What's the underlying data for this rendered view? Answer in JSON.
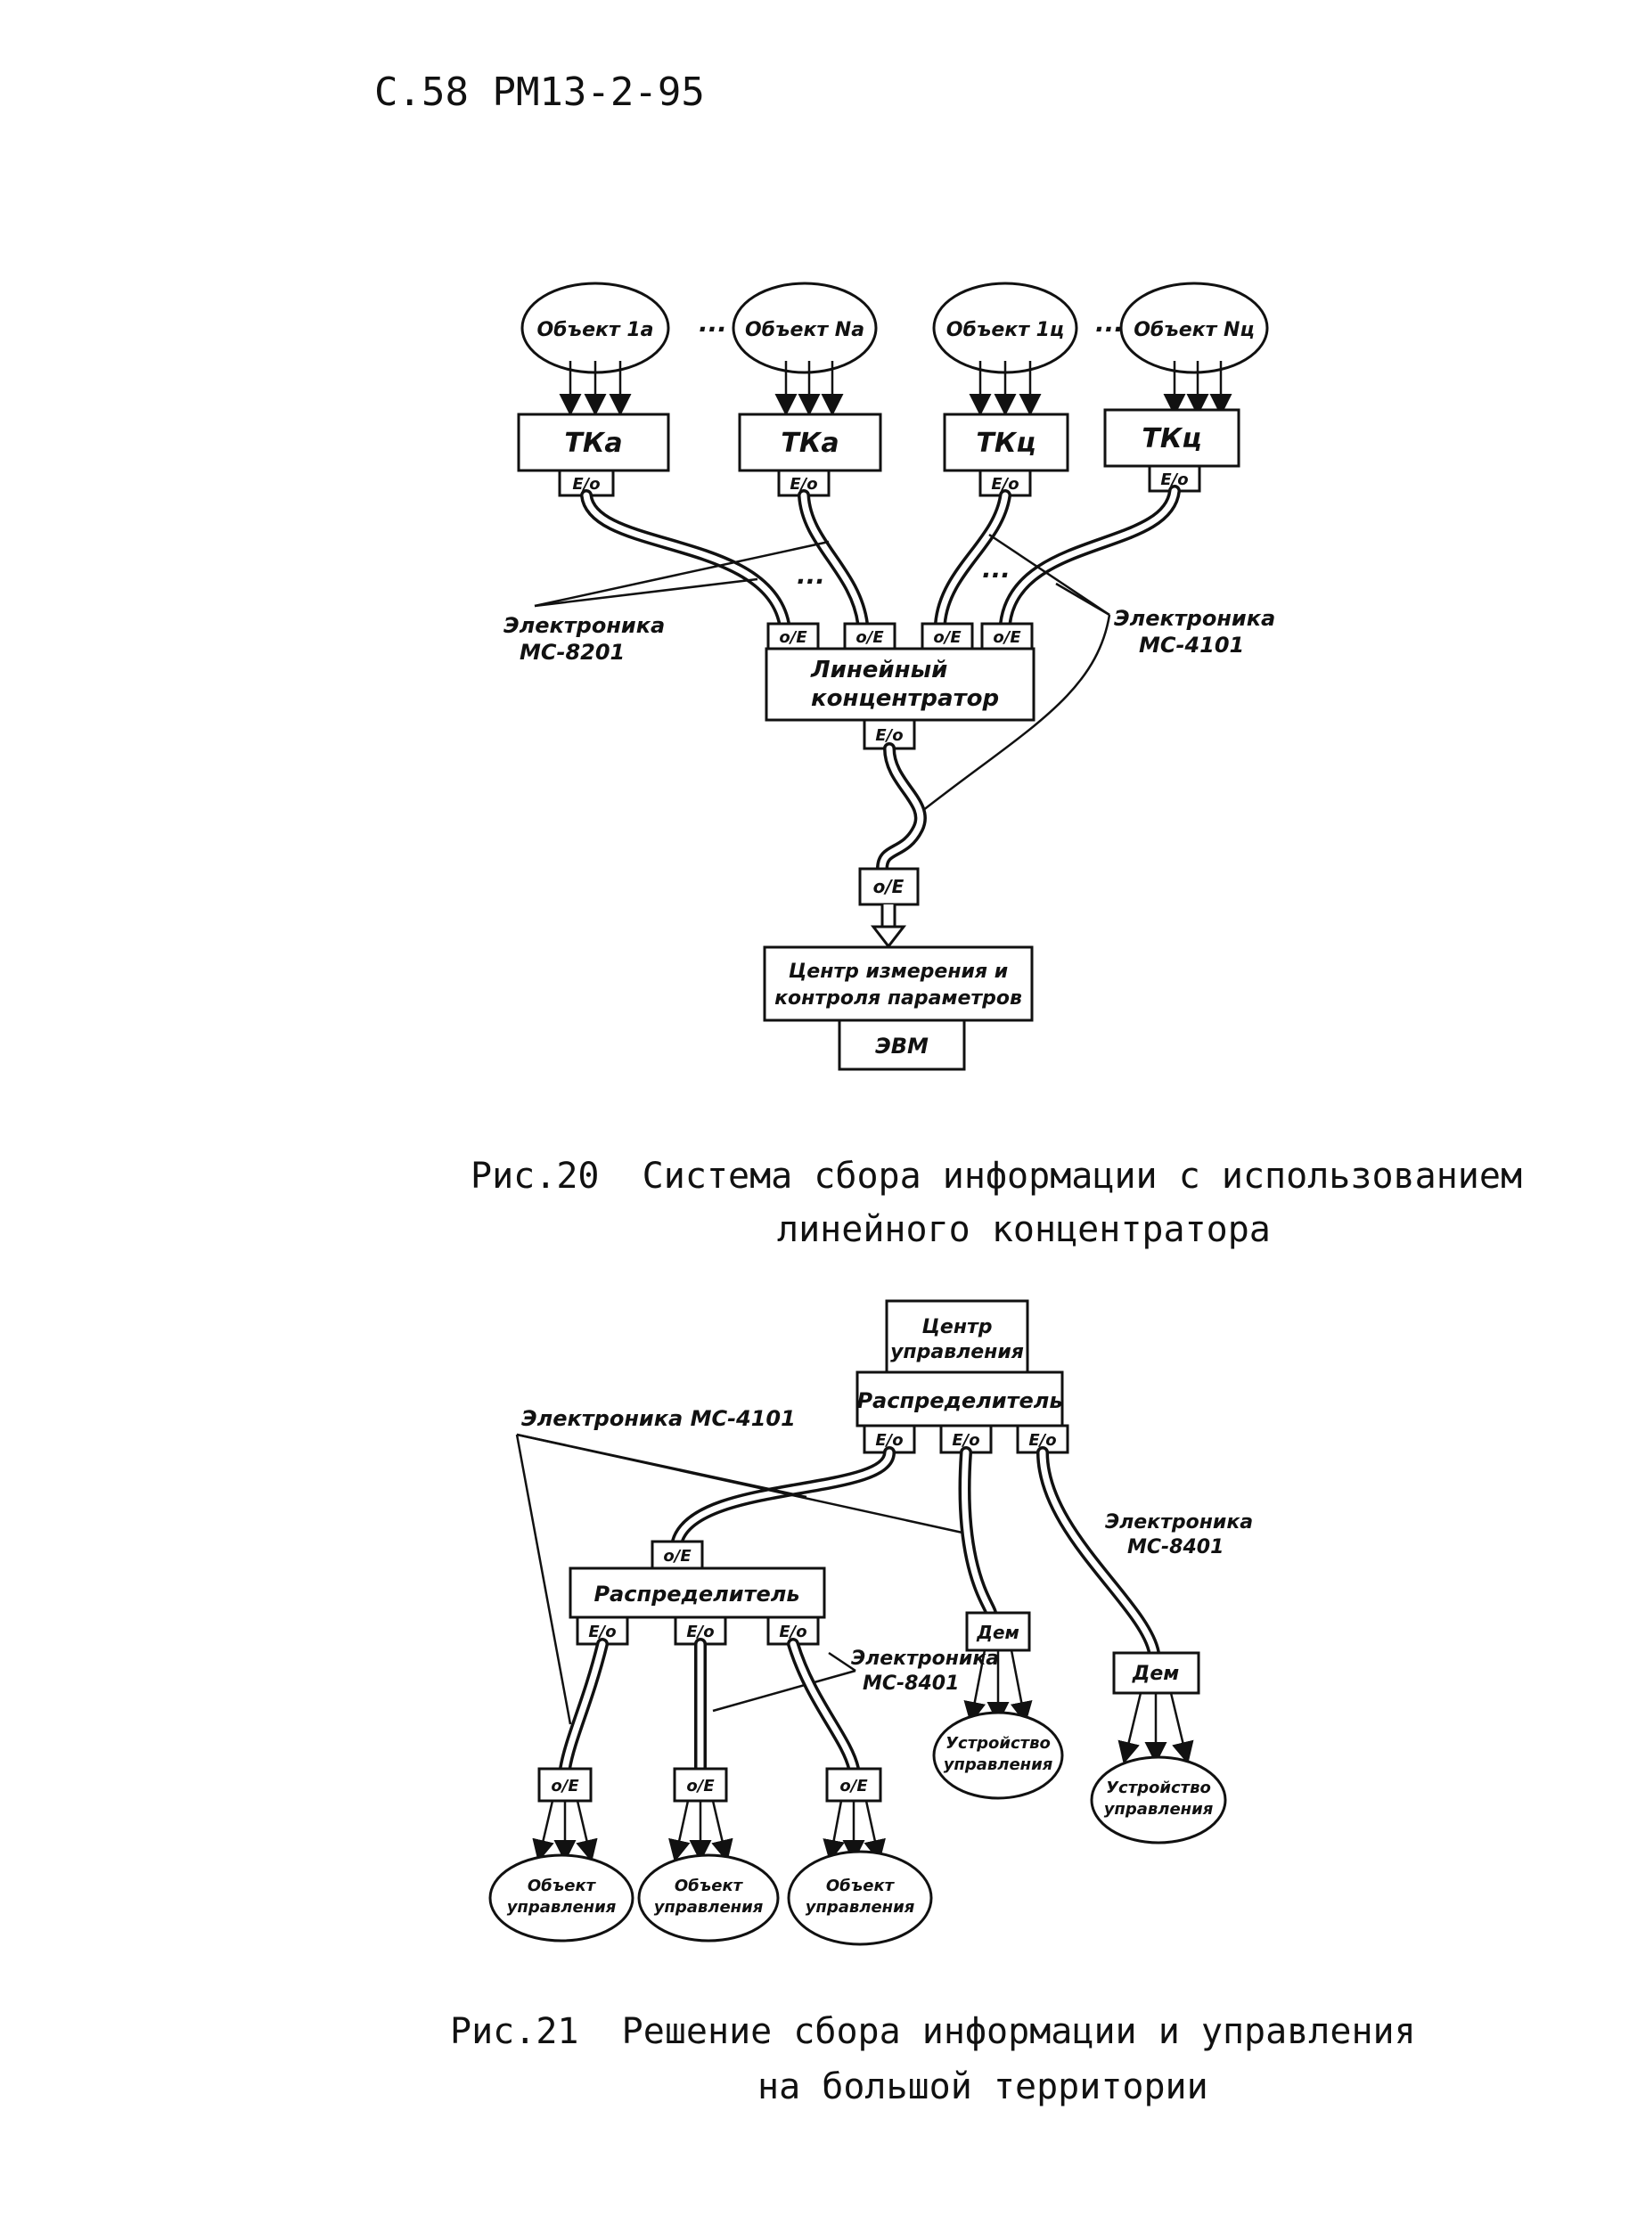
{
  "header": "С.58 РМ13-2-95",
  "fig20": {
    "objects": [
      "Объект 1а",
      "Объект Nа",
      "Объект 1ц",
      "Объект Nц"
    ],
    "ellipsis": "...",
    "tk_labels": [
      "ТКа",
      "ТКа",
      "ТКц",
      "ТКц"
    ],
    "conv_eo": "Е/о",
    "conv_oe": "о/Е",
    "concentrator": [
      "Линейный",
      "концентратор"
    ],
    "center": [
      "Центр измерения и",
      "контроля параметров"
    ],
    "computer": "ЭВМ",
    "label_left": [
      "Электроника",
      "МС-8201"
    ],
    "label_right": [
      "Электроника",
      "МС-4101"
    ],
    "caption": [
      "Рис.20  Система сбора информации с использованием",
      "линейного концентратора"
    ]
  },
  "fig21": {
    "control_center": [
      "Центр",
      "управления"
    ],
    "distributor_top": "Распределитель",
    "distributor_mid": "Распределитель",
    "dem": "Дем",
    "conv_eo": "Е/о",
    "conv_oe": "о/Е",
    "label_top": "Электроника МС-4101",
    "label_right": [
      "Электроника",
      "МС-8401"
    ],
    "label_mid": [
      "Электроника",
      "МС-8401"
    ],
    "device": [
      "Устройство",
      "управления"
    ],
    "object": [
      "Объект",
      "управления"
    ],
    "caption": [
      "Рис.21  Решение сбора информации и управления",
      "на большой территории"
    ]
  }
}
